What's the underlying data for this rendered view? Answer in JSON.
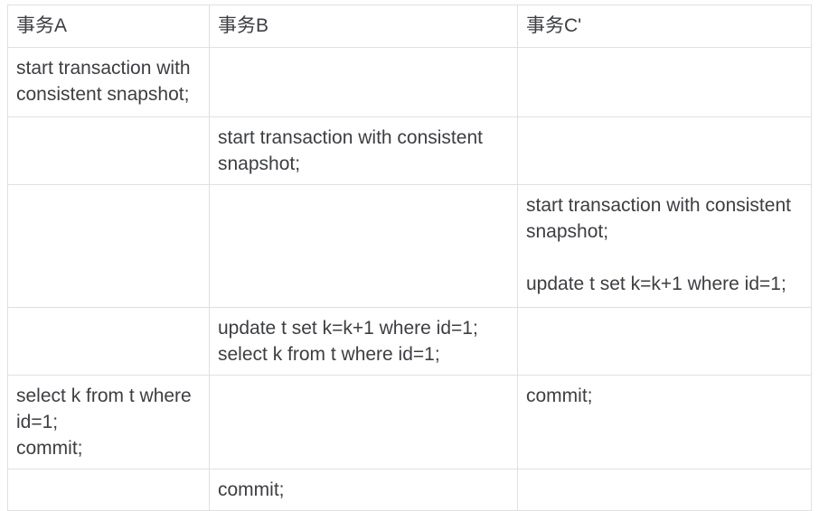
{
  "page": {
    "background": "#ffffff"
  },
  "table": {
    "border_color": "#e0e0e0",
    "text_color": "#3d3e42",
    "headers": [
      {
        "label": "事务A"
      },
      {
        "label": "事务B"
      },
      {
        "label": "事务C'"
      }
    ],
    "rows": {
      "r1": {
        "a": [
          "start transaction with consistent snapshot;"
        ],
        "b": [],
        "c": []
      },
      "r2": {
        "a": [],
        "b": [
          "start transaction with consistent snapshot;"
        ],
        "c": []
      },
      "r3": {
        "a": [],
        "b": [],
        "c": [
          "start transaction with consistent snapshot;",
          "",
          "update t set k=k+1 where id=1;"
        ]
      },
      "r4": {
        "a": [],
        "b": [
          "update t set k=k+1 where id=1;",
          "select k from t where id=1;"
        ],
        "c": []
      },
      "r5": {
        "a": [
          "select k from t where id=1;",
          "commit;"
        ],
        "b": [],
        "c": [
          "commit;"
        ]
      },
      "r6": {
        "a": [],
        "b": [
          "commit;"
        ],
        "c": []
      }
    }
  }
}
